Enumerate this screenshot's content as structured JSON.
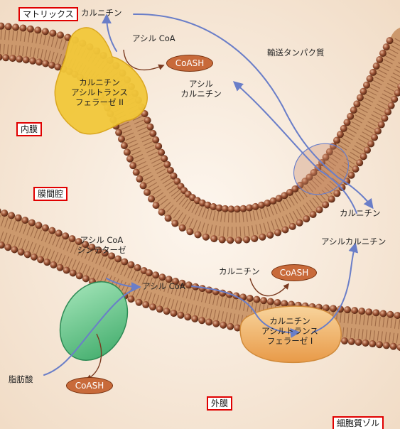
{
  "regions": {
    "matrix": "マトリックス",
    "inner_membrane": "内膜",
    "intermembrane_space": "膜間腔",
    "outer_membrane": "外膜",
    "cytosol": "細胞質ゾル"
  },
  "labels": {
    "carnitine_top": "カルニチン",
    "acyl_coa_top": "アシル CoA",
    "acyl_carnitine_top_line1": "アシル",
    "acyl_carnitine_top_line2": "カルニチン",
    "transport_protein": "輸送タンパク質",
    "carnitine_right": "カルニチン",
    "acyl_carnitine_right": "アシルカルニチン",
    "carnitine_mid": "カルニチン",
    "acyl_coa_mid": "アシル CoA",
    "fatty_acid": "脂肪酸"
  },
  "enzymes": {
    "cpt2_line1": "カルニチン",
    "cpt2_line2": "アシルトランス",
    "cpt2_line3": "フェラーゼ II",
    "cpt1_line1": "カルニチン",
    "cpt1_line2": "アシルトランス",
    "cpt1_line3": "フェラーゼ I",
    "synthetase_line1": "アシル CoA",
    "synthetase_line2": "シンテターゼ"
  },
  "pills": {
    "coash_top": "CoASH",
    "coash_mid": "CoASH",
    "coash_bottom": "CoASH"
  },
  "colors": {
    "background": "#fbf3ea",
    "membrane_core": "#c89062",
    "bead": "#8c4a30",
    "enzyme_yellow": "#f2c83a",
    "enzyme_orange": "#f0b468",
    "enzyme_green": "#6cc88c",
    "arrow": "#6a7ec8",
    "region_box_border": "#e00000"
  }
}
